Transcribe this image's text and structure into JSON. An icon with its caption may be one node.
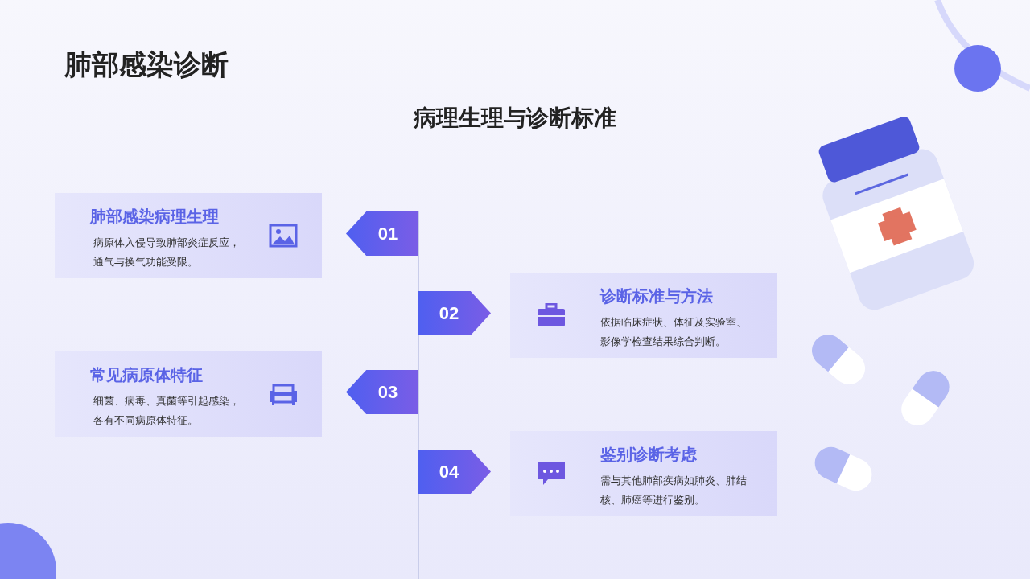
{
  "diagram": {
    "title": "肺部感染诊断",
    "nodes": [
      {
        "text": [
          "肺部感染病理生理",
          "病原体入侵导致肺部炎症反应，通气与换气功能受限。"
        ]
      },
      {
        "text": [
          "01"
        ]
      },
      {
        "text": [
          "02"
        ]
      },
      {
        "text": [
          "诊断标准与方法",
          "依据临床症状、体征及实验室、影像学检查结果综合判断。"
        ]
      },
      {
        "text": [
          "常见病原体特征",
          "细菌、病毒、真菌等引起感染，各有不同病原体特征。"
        ]
      },
      {
        "text": [
          "03"
        ]
      },
      {
        "text": [
          "04"
        ]
      },
      {
        "text": [
          "鉴别诊断考虑",
          "需与其他肺部疾病如肺炎、肺结核、肺癌等进行鉴别。"
        ]
      }
    ],
    "labels": [
      "病理生理与诊断标准"
    ]
  }
}
